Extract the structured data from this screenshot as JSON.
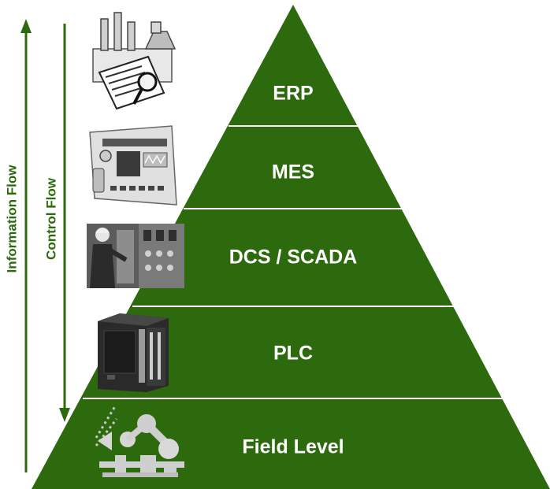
{
  "colors": {
    "pyramid_fill": "#2d6a0e",
    "divider": "#ffffff",
    "arrow": "#2d6a0e",
    "flow_text": "#2d6a0e",
    "layer_text": "#ffffff"
  },
  "flows": {
    "information": "Information Flow",
    "control": "Control Flow"
  },
  "layers": [
    {
      "label": "ERP",
      "icon": "enterprise-document-icon"
    },
    {
      "label": "MES",
      "icon": "control-panel-icon"
    },
    {
      "label": "DCS / SCADA",
      "icon": "operator-control-room-icon"
    },
    {
      "label": "PLC",
      "icon": "plc-device-icon"
    },
    {
      "label": "Field Level",
      "icon": "field-robot-icon"
    }
  ]
}
